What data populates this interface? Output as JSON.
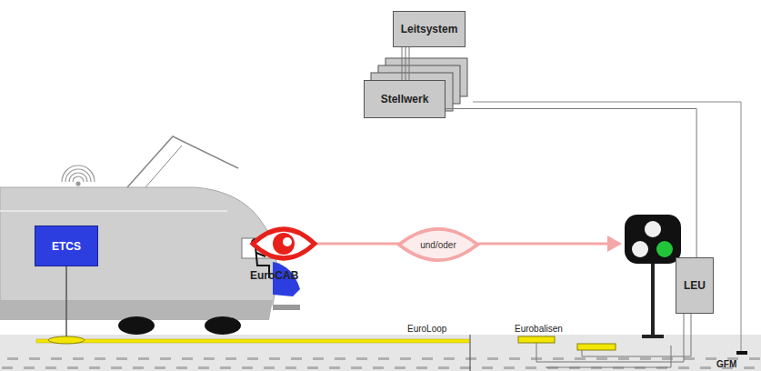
{
  "diagram": {
    "nodes": [
      {
        "text": [
          "Leitsystem"
        ]
      },
      {
        "text": [
          "Stellwerk"
        ]
      },
      {
        "text": [
          "ETCS"
        ]
      },
      {
        "text": [
          "und/oder"
        ]
      },
      {
        "text": [
          "LEU"
        ]
      }
    ],
    "edges": [
      {
        "from": 0,
        "to": 1,
        "arrow": "none"
      },
      {
        "from": 1,
        "to": 4,
        "arrow": "none"
      }
    ],
    "labels": [
      "EuroCAB",
      "EuroLoop",
      "Eurobalisen",
      "GFM"
    ]
  }
}
